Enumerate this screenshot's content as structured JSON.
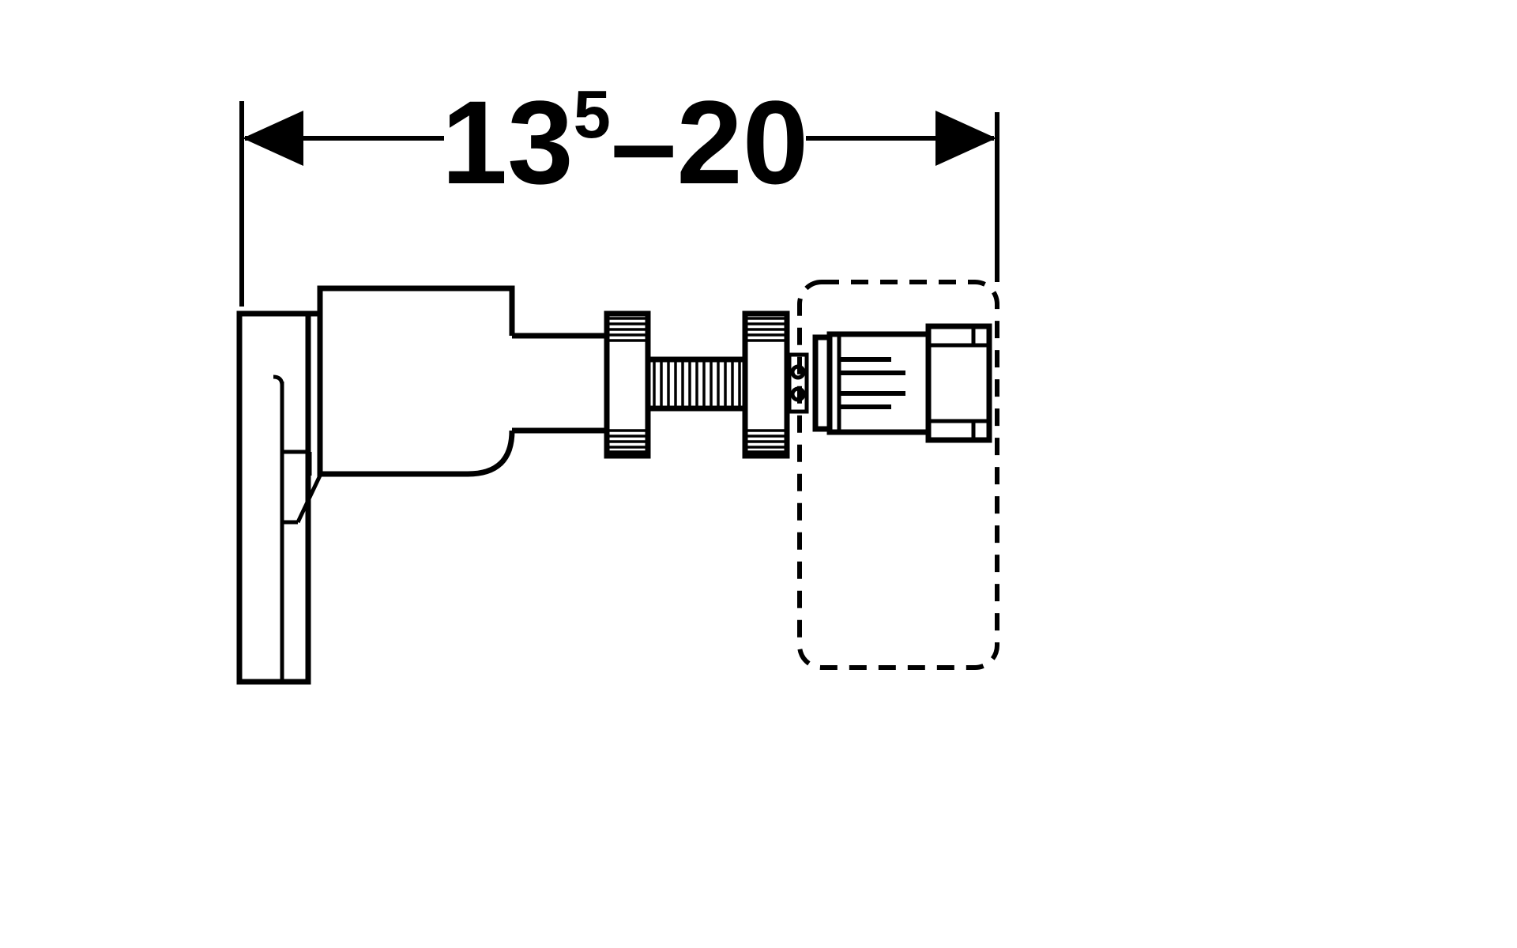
{
  "colors": {
    "ink": "#000000",
    "background": "#ffffff"
  },
  "dimension_label": {
    "main": "13",
    "superscript": "5",
    "rest": "–20"
  }
}
